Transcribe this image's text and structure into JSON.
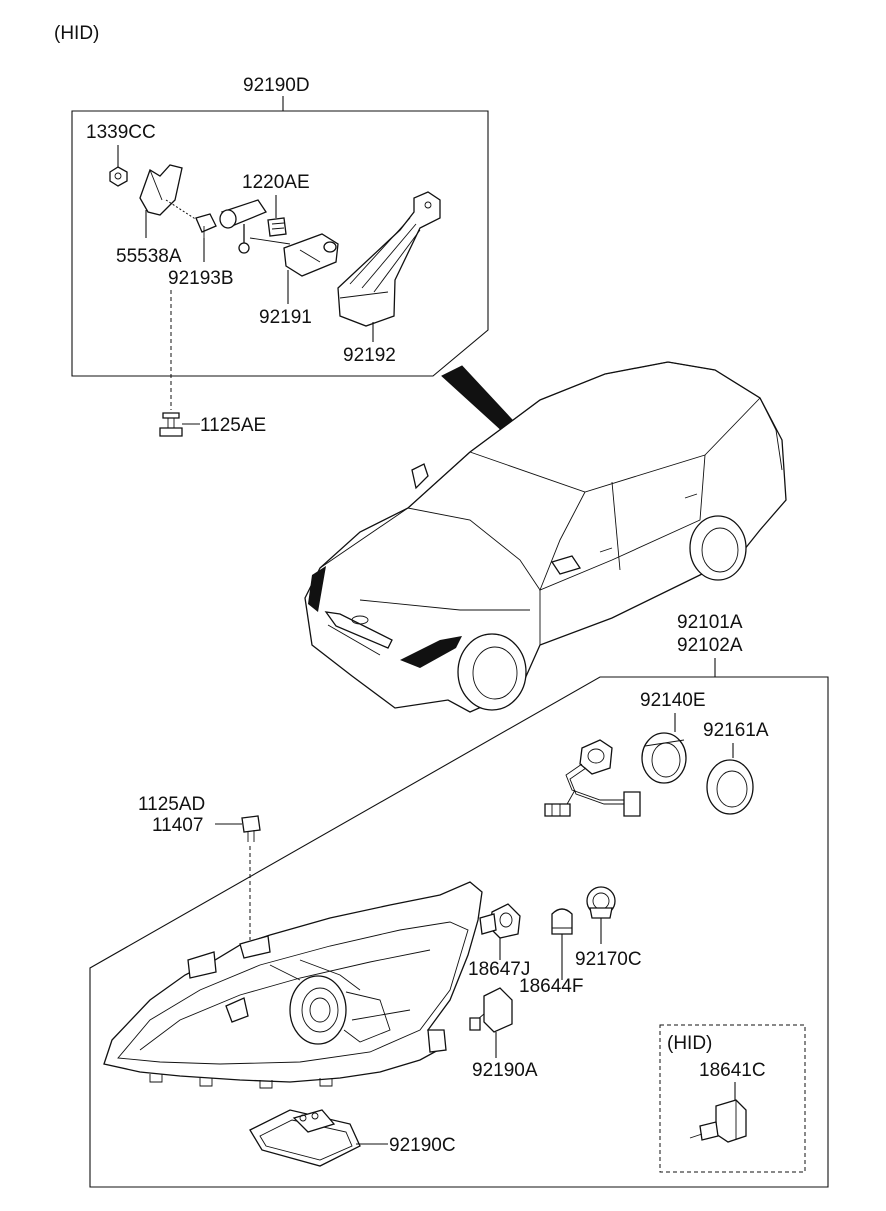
{
  "header": {
    "variant": "(HID)"
  },
  "labels": {
    "p92190D": "92190D",
    "p1339CC": "1339CC",
    "p1220AE": "1220AE",
    "p55538A": "55538A",
    "p92193B": "92193B",
    "p92191": "92191",
    "p92192": "92192",
    "p1125AE": "1125AE",
    "p92101A": "92101A",
    "p92102A": "92102A",
    "p92140E": "92140E",
    "p92161A": "92161A",
    "p1125AD": "1125AD",
    "p11407": "11407",
    "p18647J": "18647J",
    "p92170C": "92170C",
    "p18644F": "18644F",
    "p92190A": "92190A",
    "p92190C": "92190C",
    "hid_variant": "(HID)",
    "p18641C": "18641C"
  }
}
